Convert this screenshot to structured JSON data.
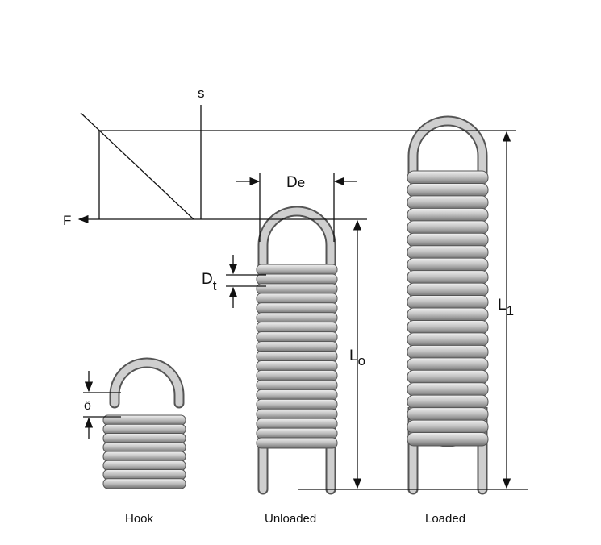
{
  "labels": {
    "s": "s",
    "F": "F",
    "De_main": "D",
    "De_sub": "e",
    "Dt_main": "D",
    "Dt_sub": "t",
    "Lo_main": "L",
    "Lo_sub": "o",
    "L1_main": "L",
    "L1_sub": "1",
    "o_umlaut": "ö"
  },
  "captions": {
    "hook": "Hook",
    "unloaded": "Unloaded",
    "loaded": "Loaded"
  },
  "colors": {
    "line": "#111111",
    "spring": "#b8b8b8",
    "spring_dark": "#6e6e6e"
  }
}
